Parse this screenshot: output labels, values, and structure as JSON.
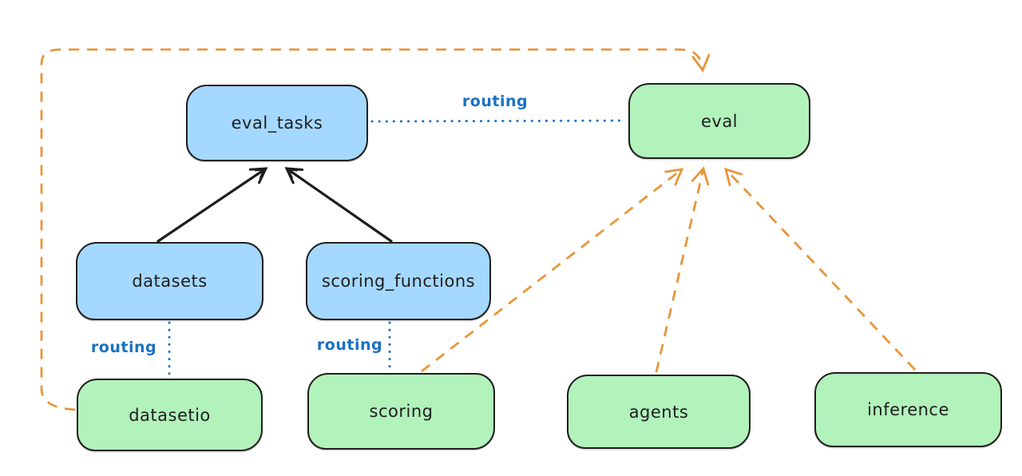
{
  "diagram": {
    "nodes": {
      "eval_tasks": {
        "label": "eval_tasks"
      },
      "eval": {
        "label": "eval"
      },
      "datasets": {
        "label": "datasets"
      },
      "scoring_functions": {
        "label": "scoring_functions"
      },
      "datasetio": {
        "label": "datasetio"
      },
      "scoring": {
        "label": "scoring"
      },
      "agents": {
        "label": "agents"
      },
      "inference": {
        "label": "inference"
      }
    },
    "edge_labels": {
      "eval_tasks_to_eval": "routing",
      "datasets_to_datasetio": "routing",
      "scoring_functions_to_scoring": "routing"
    },
    "colors": {
      "background": "#ffffff",
      "node-border": "#1e1e1e",
      "blue-fill": "#a5d8ff",
      "green-fill": "#b2f2bb",
      "routing-blue": "#1971c2",
      "edge-orange": "#e8953a",
      "edge-black": "#1e1e1e"
    }
  }
}
